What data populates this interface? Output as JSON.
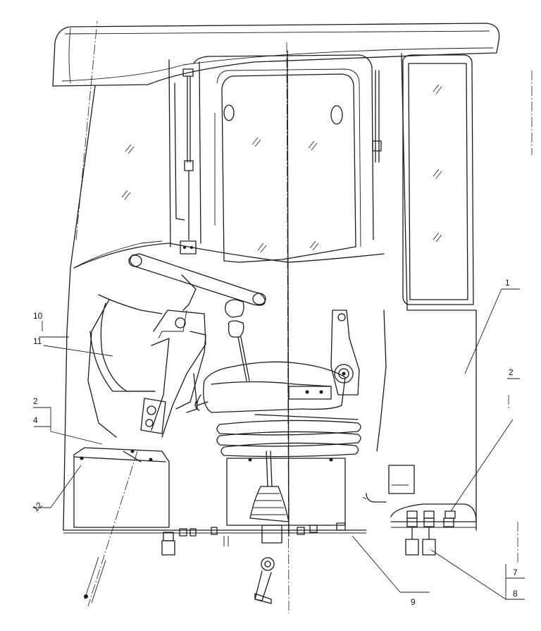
{
  "figure": {
    "callouts": [
      {
        "id": "c1",
        "label": "1"
      },
      {
        "id": "c2r",
        "label": "2"
      },
      {
        "id": "c2l",
        "label": "2"
      },
      {
        "id": "c4",
        "label": "4"
      },
      {
        "id": "c7",
        "label": "7"
      },
      {
        "id": "c8",
        "label": "8"
      },
      {
        "id": "c9",
        "label": "9"
      },
      {
        "id": "c10",
        "label": "10"
      },
      {
        "id": "c11",
        "label": "11"
      },
      {
        "id": "c12",
        "label": "12"
      }
    ]
  },
  "colors": {
    "ink": "#1a1a1a",
    "paper": "#ffffff"
  }
}
